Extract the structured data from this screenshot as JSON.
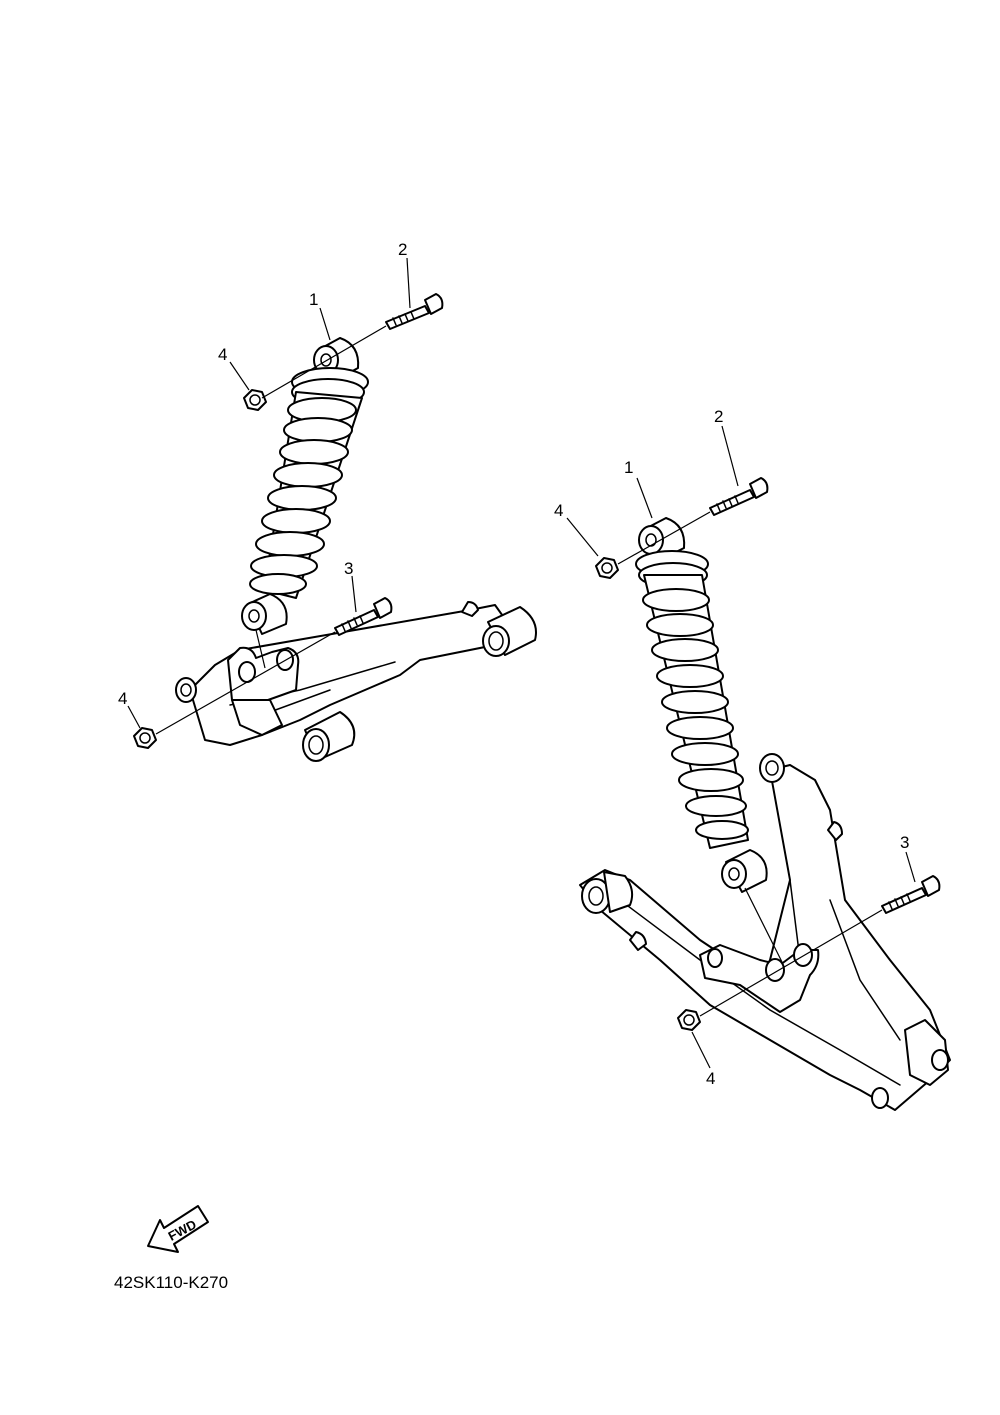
{
  "callouts": [
    {
      "id": "left-1",
      "text": "1"
    },
    {
      "id": "left-2",
      "text": "2"
    },
    {
      "id": "left-3",
      "text": "3"
    },
    {
      "id": "left-4-top",
      "text": "4"
    },
    {
      "id": "left-4-bottom",
      "text": "4"
    },
    {
      "id": "right-1",
      "text": "1"
    },
    {
      "id": "right-2",
      "text": "2"
    },
    {
      "id": "right-3",
      "text": "3"
    },
    {
      "id": "right-4-top",
      "text": "4"
    },
    {
      "id": "right-4-bottom",
      "text": "4"
    }
  ],
  "fwd_label": "FWD",
  "diagram_code": "42SK110-K270"
}
